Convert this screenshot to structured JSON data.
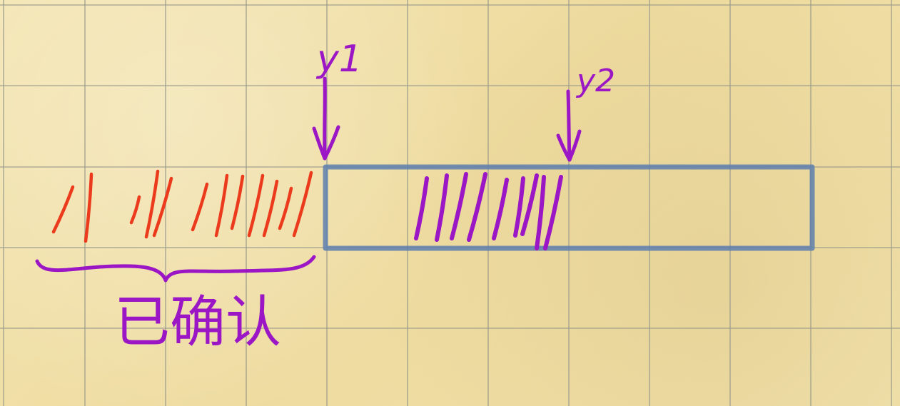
{
  "labels": {
    "pointer_1": "y1",
    "pointer_2": "y2",
    "confirmed": "已确认"
  },
  "colors": {
    "grid": "#9a9a8c",
    "paper": "#f0e0a8",
    "box": "#5e7fae",
    "confirmed_hatch": "#ec3a1c",
    "purple": "#9b16c4"
  }
}
